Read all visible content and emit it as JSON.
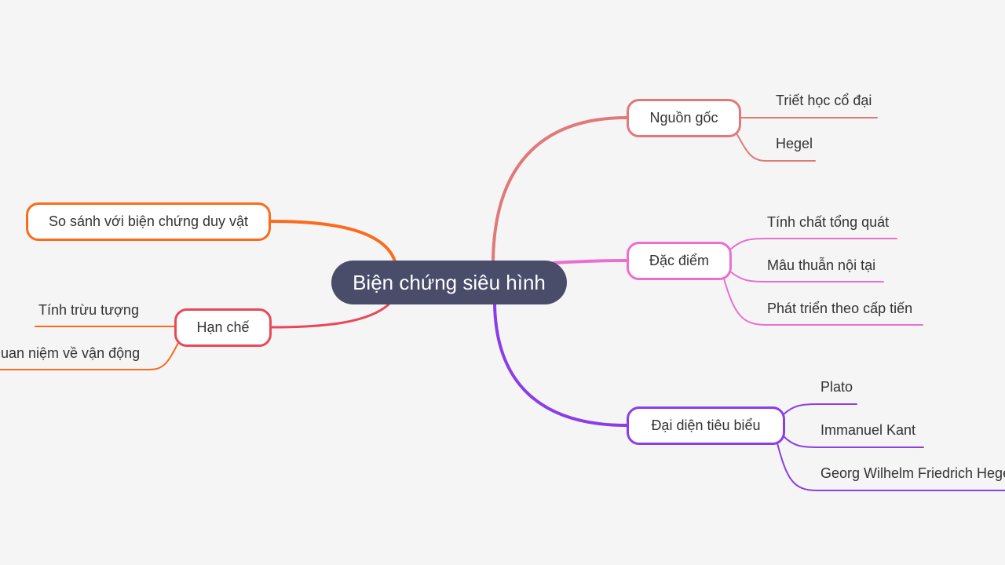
{
  "colors": {
    "center": "#4a4d6a",
    "nguon_goc": "#e07a7a",
    "dac_diem": "#ea6fd0",
    "dai_dien": "#8a3ee8",
    "so_sanh": "#fb6b1b",
    "han_che": "#e8485a",
    "han_che_leaf": "#fb6b1b"
  },
  "center": {
    "label": "Biện chứng siêu hình"
  },
  "branches": {
    "nguon_goc": {
      "label": "Nguồn gốc",
      "children": [
        "Triết học cổ đại",
        "Hegel"
      ]
    },
    "dac_diem": {
      "label": "Đặc điểm",
      "children": [
        "Tính chất tổng quát",
        "Mâu thuẫn nội tại",
        "Phát triển theo cấp tiến"
      ]
    },
    "dai_dien": {
      "label": "Đại diện tiêu biểu",
      "children": [
        "Plato",
        "Immanuel Kant",
        "Georg Wilhelm Friedrich Hegel"
      ]
    },
    "so_sanh": {
      "label": "So sánh với biện chứng duy vật"
    },
    "han_che": {
      "label": "Hạn chế",
      "children": [
        "Tính trừu tượng",
        "Quan niệm về vận động"
      ]
    }
  }
}
